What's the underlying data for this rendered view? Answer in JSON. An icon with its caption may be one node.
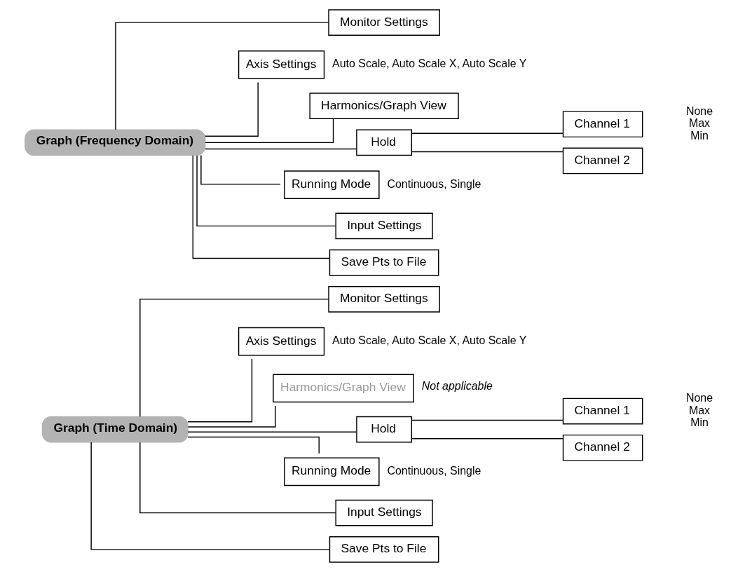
{
  "diagram": {
    "nodes": [
      {
        "text": [
          "Graph (Frequency Domain)"
        ]
      },
      {
        "text": [
          "Monitor Settings"
        ]
      },
      {
        "text": [
          "Axis Settings"
        ],
        "beside": [
          "Auto Scale, Auto Scale X, Auto Scale Y"
        ]
      },
      {
        "text": [
          "Harmonics/Graph View"
        ]
      },
      {
        "text": [
          "Hold"
        ]
      },
      {
        "text": [
          "Running Mode"
        ],
        "beside": [
          "Continuous, Single"
        ]
      },
      {
        "text": [
          "Input Settings"
        ]
      },
      {
        "text": [
          "Save Pts to File"
        ]
      },
      {
        "text": [
          "Channel 1"
        ]
      },
      {
        "text": [
          "Channel 2"
        ]
      },
      {
        "text": [
          "Graph (Time Domain)"
        ]
      },
      {
        "text": [
          "Monitor Settings"
        ]
      },
      {
        "text": [
          "Axis Settings"
        ],
        "beside": [
          "Auto Scale, Auto Scale X, Auto Scale Y"
        ]
      },
      {
        "text": [
          "Harmonics/Graph View"
        ],
        "beside": [
          "Not applicable"
        ]
      },
      {
        "text": [
          "Hold"
        ]
      },
      {
        "text": [
          "Running Mode"
        ],
        "beside": [
          "Continuous, Single"
        ]
      },
      {
        "text": [
          "Input Settings"
        ]
      },
      {
        "text": [
          "Save Pts to File"
        ]
      },
      {
        "text": [
          "Channel 1"
        ]
      },
      {
        "text": [
          "Channel 2"
        ]
      }
    ],
    "edges": [
      {
        "from": 0,
        "to": 1,
        "arrow": "none"
      },
      {
        "from": 0,
        "to": 2,
        "arrow": "none"
      },
      {
        "from": 0,
        "to": 3,
        "arrow": "none"
      },
      {
        "from": 0,
        "to": 4,
        "arrow": "none"
      },
      {
        "from": 0,
        "to": 5,
        "arrow": "none"
      },
      {
        "from": 0,
        "to": 6,
        "arrow": "none"
      },
      {
        "from": 0,
        "to": 7,
        "arrow": "none"
      },
      {
        "from": 4,
        "to": 8,
        "arrow": "none"
      },
      {
        "from": 4,
        "to": 9,
        "arrow": "none"
      },
      {
        "from": 10,
        "to": 11,
        "arrow": "none"
      },
      {
        "from": 10,
        "to": 12,
        "arrow": "none"
      },
      {
        "from": 10,
        "to": 13,
        "arrow": "none"
      },
      {
        "from": 10,
        "to": 14,
        "arrow": "none"
      },
      {
        "from": 10,
        "to": 15,
        "arrow": "none"
      },
      {
        "from": 10,
        "to": 16,
        "arrow": "none"
      },
      {
        "from": 10,
        "to": 17,
        "arrow": "none"
      },
      {
        "from": 14,
        "to": 18,
        "arrow": "none"
      },
      {
        "from": 14,
        "to": 19,
        "arrow": "none"
      }
    ],
    "labels": [
      "None Max Min",
      "None Max Min"
    ]
  }
}
